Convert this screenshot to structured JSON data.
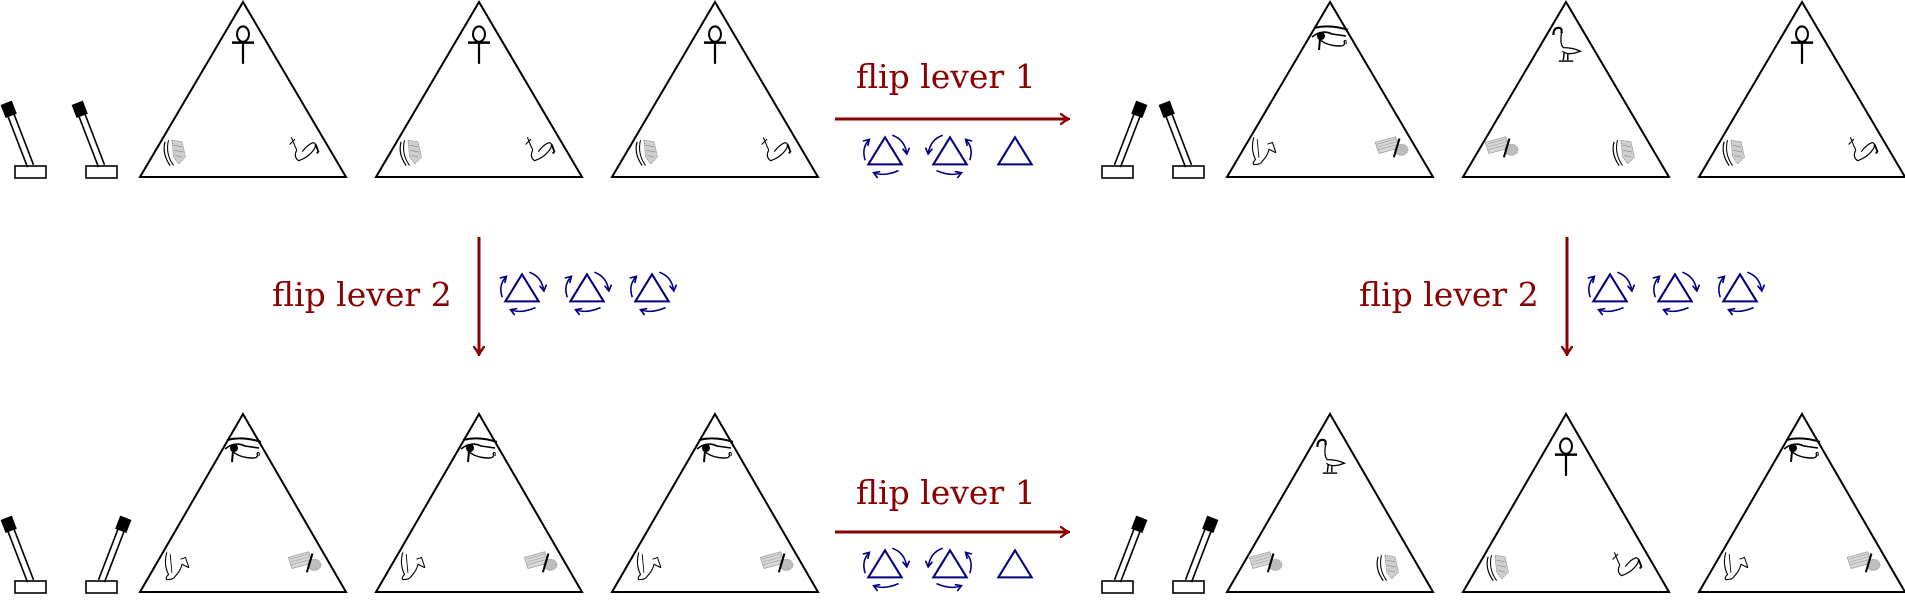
{
  "diagram": {
    "colors": {
      "transition": "#8b0000",
      "rotation": "#000080",
      "outline": "#000000"
    },
    "states": [
      {
        "id": "top-left",
        "levers": [
          "left",
          "left"
        ],
        "triangles": [
          {
            "top": "ankh",
            "left": "papyrus",
            "right": "heron"
          },
          {
            "top": "ankh",
            "left": "papyrus",
            "right": "heron"
          },
          {
            "top": "ankh",
            "left": "papyrus",
            "right": "heron"
          }
        ]
      },
      {
        "id": "top-right",
        "levers": [
          "right",
          "left"
        ],
        "triangles": [
          {
            "top": "eye",
            "left": "bird",
            "right": "scroll"
          },
          {
            "top": "ibis",
            "left": "scroll",
            "right": "papyrus"
          },
          {
            "top": "ankh",
            "left": "papyrus",
            "right": "heron"
          }
        ]
      },
      {
        "id": "bottom-left",
        "levers": [
          "left",
          "right"
        ],
        "triangles": [
          {
            "top": "eye",
            "left": "bird",
            "right": "scroll"
          },
          {
            "top": "eye",
            "left": "bird",
            "right": "scroll"
          },
          {
            "top": "eye",
            "left": "bird",
            "right": "scroll"
          }
        ]
      },
      {
        "id": "bottom-right",
        "levers": [
          "right",
          "right"
        ],
        "triangles": [
          {
            "top": "ibis",
            "left": "scroll",
            "right": "papyrus"
          },
          {
            "top": "ankh",
            "left": "papyrus",
            "right": "heron"
          },
          {
            "top": "eye",
            "left": "bird",
            "right": "scroll"
          }
        ]
      }
    ],
    "transitions": [
      {
        "id": "top-flip-lever-1",
        "label": "flip lever 1",
        "direction": "right",
        "rotations": [
          "clockwise",
          "counterclockwise",
          "none"
        ]
      },
      {
        "id": "left-flip-lever-2",
        "label": "flip lever 2",
        "direction": "down",
        "rotations": [
          "clockwise",
          "clockwise",
          "clockwise"
        ]
      },
      {
        "id": "right-flip-lever-2",
        "label": "flip lever 2",
        "direction": "down",
        "rotations": [
          "clockwise",
          "clockwise",
          "clockwise"
        ]
      },
      {
        "id": "bottom-flip-lever-1",
        "label": "flip lever 1",
        "direction": "right",
        "rotations": [
          "clockwise",
          "counterclockwise",
          "none"
        ]
      }
    ]
  }
}
